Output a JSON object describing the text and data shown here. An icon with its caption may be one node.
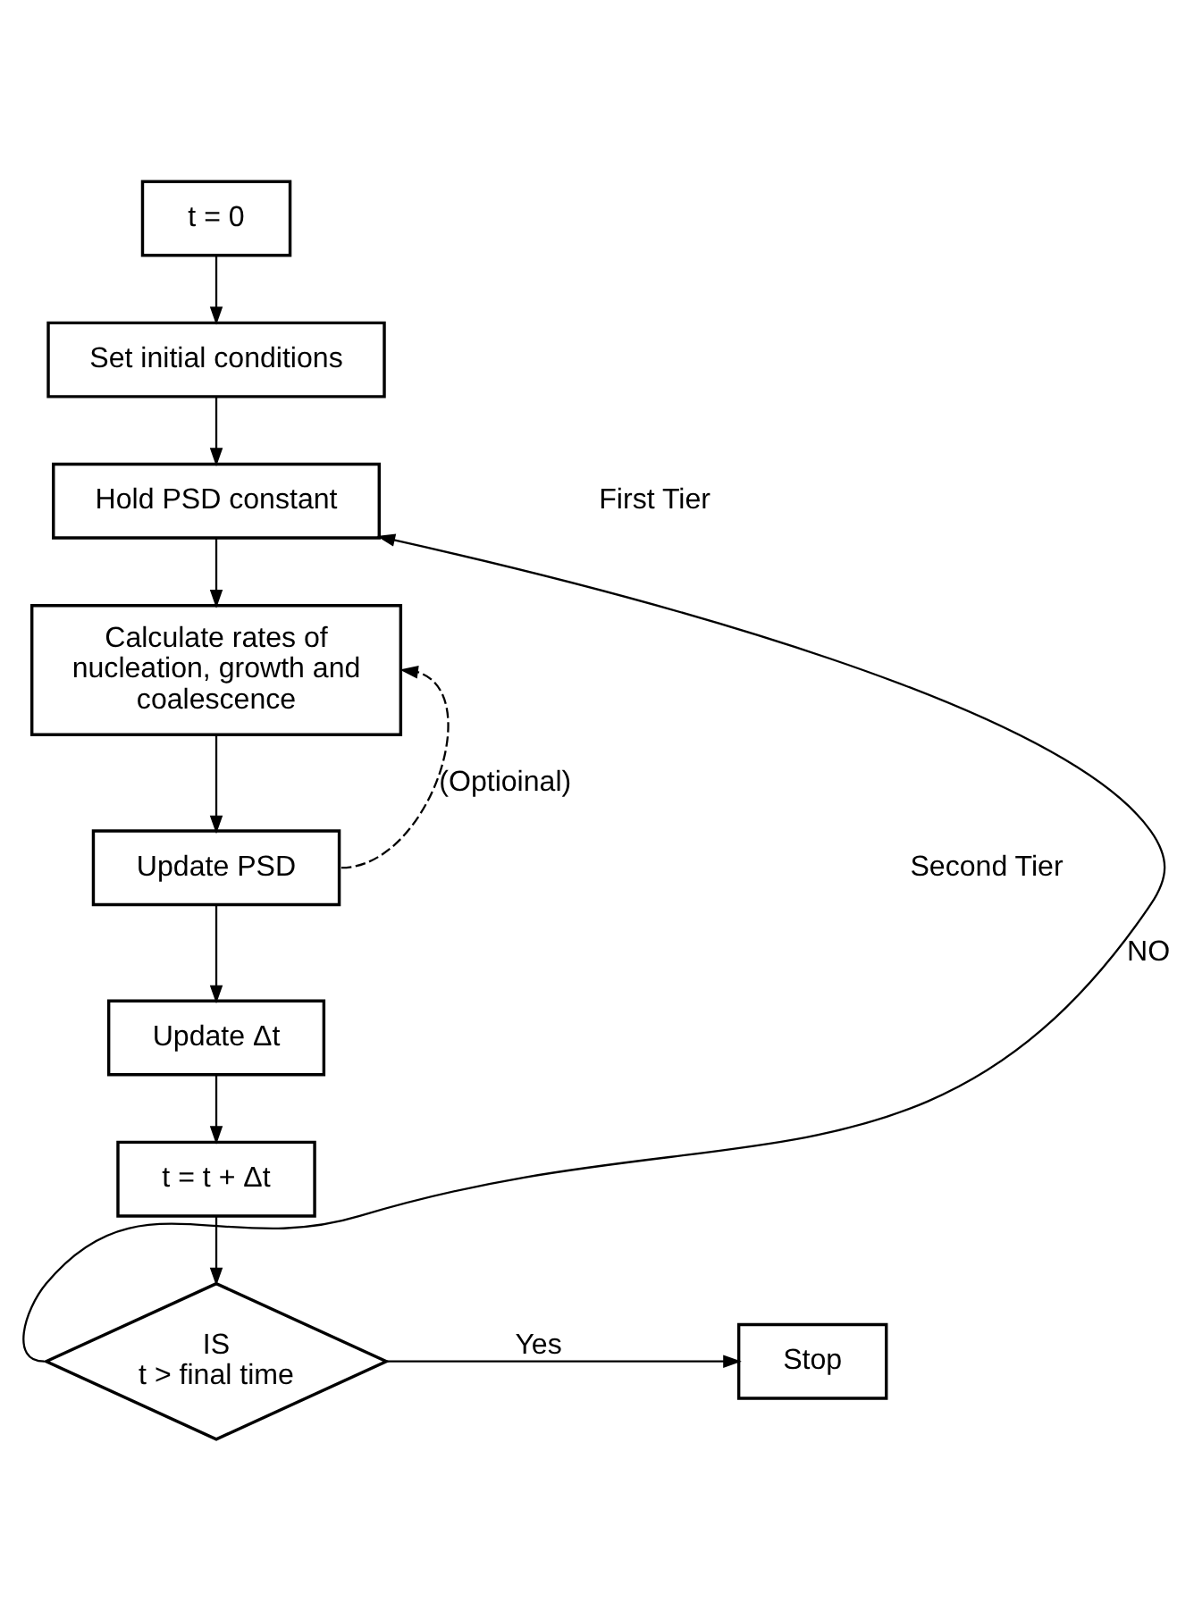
{
  "diagram": {
    "nodes": [
      {
        "text": [
          "t = 0"
        ]
      },
      {
        "text": [
          "Set initial conditions"
        ]
      },
      {
        "text": [
          "Hold PSD constant"
        ]
      },
      {
        "text": [
          "Calculate rates of nucleation, growth and coalescence"
        ]
      },
      {
        "text": [
          "Update PSD"
        ]
      },
      {
        "text": [
          "Update Δt"
        ]
      },
      {
        "text": [
          "t = t + Δt"
        ]
      },
      {
        "text": [
          "IS t > final time"
        ]
      },
      {
        "text": [
          "Stop"
        ]
      }
    ],
    "edges": [
      {
        "from": 0,
        "to": 1,
        "arrow": "to"
      },
      {
        "from": 1,
        "to": 2,
        "arrow": "to"
      },
      {
        "from": 2,
        "to": 3,
        "arrow": "to"
      },
      {
        "from": 3,
        "to": 4,
        "arrow": "to"
      },
      {
        "from": 4,
        "to": 5,
        "arrow": "to"
      },
      {
        "from": 5,
        "to": 6,
        "arrow": "to"
      },
      {
        "from": 6,
        "to": 7,
        "arrow": "to"
      },
      {
        "from": 7,
        "to": 8,
        "arrow": "to",
        "label": "Yes"
      },
      {
        "from": 7,
        "to": 2,
        "arrow": "to",
        "label": "NO"
      },
      {
        "from": 4,
        "to": 3,
        "arrow": "to",
        "style": "dashed",
        "label": "(Optioinal)"
      }
    ],
    "labels": [
      "First Tier",
      "Second Tier"
    ]
  }
}
